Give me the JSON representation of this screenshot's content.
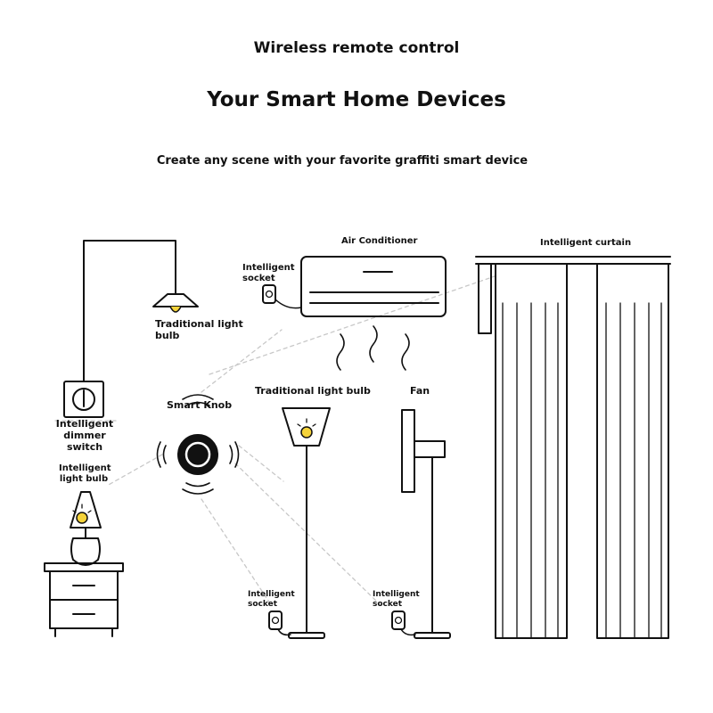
{
  "header": {
    "line1": "Wireless remote control",
    "line2": "Your Smart Home Devices",
    "line3": "Create any scene with your favorite graffiti smart device"
  },
  "labels": {
    "air_conditioner": "Air Conditioner",
    "intelligent_curtain": "Intelligent curtain",
    "ac_socket_line1": "Intelligent",
    "ac_socket_line2": "socket",
    "pendant_bulb_line1": "Traditional light",
    "pendant_bulb_line2": "bulb",
    "dimmer_line1": "Intelligent",
    "dimmer_line2": "dimmer switch",
    "smart_knob": "Smart Knob",
    "floor_lamp_bulb": "Traditional light bulb",
    "fan": "Fan",
    "lamp_bulb_line1": "Intelligent",
    "lamp_bulb_line2": "light bulb",
    "floor_socket_line1": "Intelligent",
    "floor_socket_line2": "socket",
    "fan_socket_line1": "Intelligent",
    "fan_socket_line2": "socket"
  },
  "colors": {
    "stroke": "#111111",
    "bulb": "#f5d33a",
    "dashed": "#c8c8c8"
  }
}
